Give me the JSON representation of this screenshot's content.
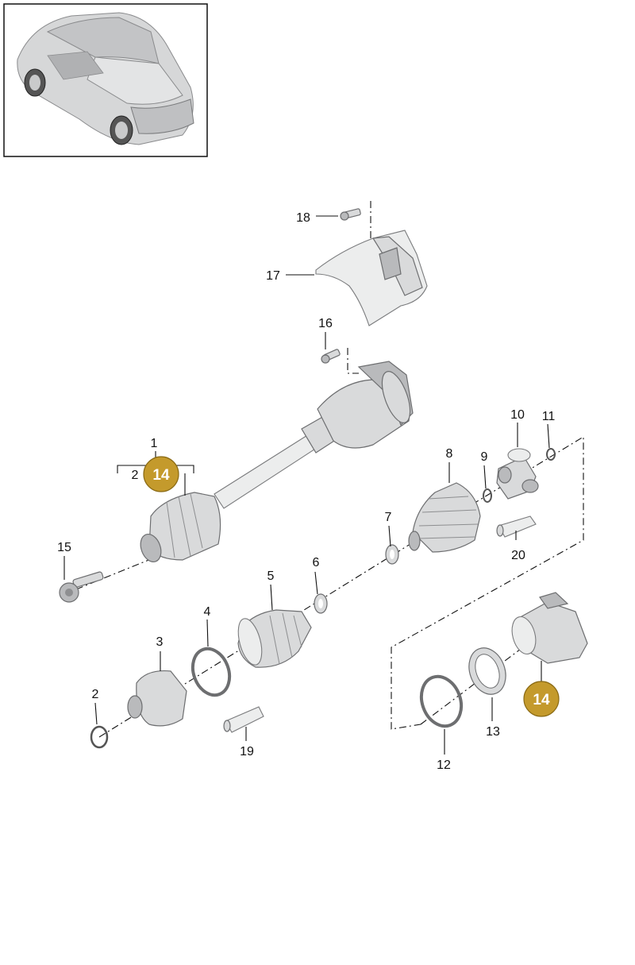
{
  "title": "",
  "callouts": {
    "c1": "1",
    "c2a": "2",
    "c2b": "2",
    "c3": "3",
    "c4": "4",
    "c5": "5",
    "c6": "6",
    "c7": "7",
    "c8": "8",
    "c9": "9",
    "c10": "10",
    "c11": "11",
    "c12": "12",
    "c13": "13",
    "c15": "15",
    "c16": "16",
    "c17": "17",
    "c18": "18",
    "c19": "19",
    "c20": "20"
  },
  "badges": {
    "assembly_badge": "14",
    "housing_badge": "14"
  },
  "colors": {
    "badge_fill": "#c49a2c",
    "badge_stroke": "#8a6a14",
    "part_fill": "#d9dadb",
    "line": "#111111"
  },
  "thumbnail": {
    "icon": "suv-vehicle-icon"
  }
}
